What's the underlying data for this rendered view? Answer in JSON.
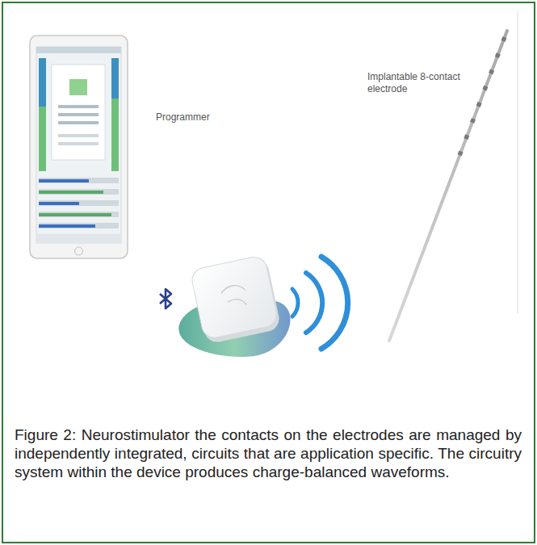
{
  "diagram": {
    "caption": "Figure 2: Neurostimulator the contacts on the electrodes are managed by independently integrated, circuits that are application specific. The circuitry system within the device produces charge-balanced waveforms.",
    "labels": [
      "Programmer",
      "Implantable 8-contact electrode"
    ]
  }
}
